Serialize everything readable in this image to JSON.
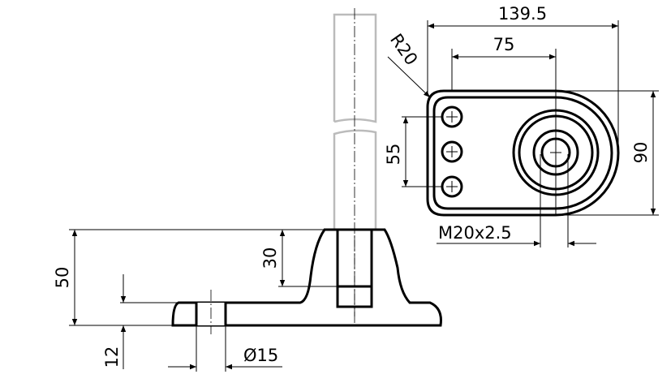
{
  "drawing": {
    "dimensions": {
      "overall_length": "139.5",
      "hole_spacing": "75",
      "corner_radius": "R20",
      "hole_pitch": "55",
      "width": "90",
      "thread": "M20x2.5",
      "total_height": "50",
      "thread_depth": "30",
      "base_thickness": "12",
      "hole_diameter": "Ø15"
    },
    "colors": {
      "line": "#000000",
      "phantom": "#bbbbbb"
    }
  }
}
